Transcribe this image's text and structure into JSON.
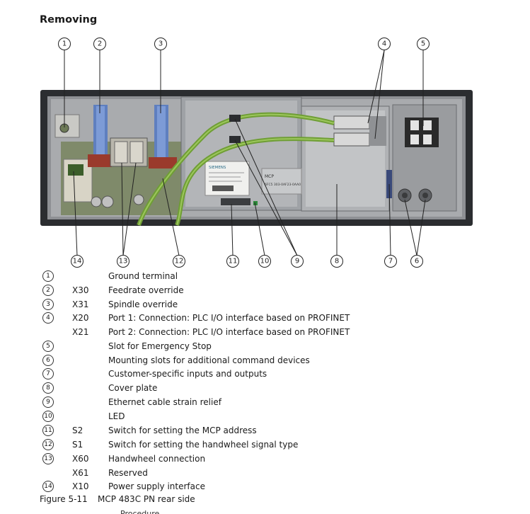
{
  "heading": "Removing",
  "top_callouts": [
    "1",
    "2",
    "3",
    "4",
    "5"
  ],
  "bottom_callouts": [
    "14",
    "13",
    "12",
    "11",
    "10",
    "9",
    "8",
    "7",
    "6"
  ],
  "photo_labels": {
    "brand": "SIEMENS",
    "mcp_label": "MCP",
    "partnum": "6FC5 303-0AF23-0AA0"
  },
  "legend": [
    {
      "num": "1",
      "code": "",
      "desc": "Ground terminal"
    },
    {
      "num": "2",
      "code": "X30",
      "desc": "Feedrate override"
    },
    {
      "num": "3",
      "code": "X31",
      "desc": "Spindle override"
    },
    {
      "num": "4",
      "code": "X20",
      "desc": "Port 1: Connection: PLC I/O interface based on PROFINET"
    },
    {
      "num": "",
      "code": "X21",
      "desc": "Port 2: Connection: PLC I/O interface based on PROFINET"
    },
    {
      "num": "5",
      "code": "",
      "desc": "Slot for Emergency Stop"
    },
    {
      "num": "6",
      "code": "",
      "desc": "Mounting slots for additional command devices"
    },
    {
      "num": "7",
      "code": "",
      "desc": "Customer-specific inputs and outputs"
    },
    {
      "num": "8",
      "code": "",
      "desc": "Cover plate"
    },
    {
      "num": "9",
      "code": "",
      "desc": "Ethernet cable strain relief"
    },
    {
      "num": "10",
      "code": "",
      "desc": "LED"
    },
    {
      "num": "11",
      "code": "S2",
      "desc": "Switch for setting the MCP address"
    },
    {
      "num": "12",
      "code": "S1",
      "desc": "Switch for setting the handwheel signal type"
    },
    {
      "num": "13",
      "code": "X60",
      "desc": "Handwheel connection"
    },
    {
      "num": "",
      "code": "X61",
      "desc": "Reserved"
    },
    {
      "num": "14",
      "code": "X10",
      "desc": "Power supply interface"
    }
  ],
  "caption": {
    "figure": "Figure 5-11",
    "text": "MCP 483C PN rear side"
  },
  "cut_text": "Procedure"
}
